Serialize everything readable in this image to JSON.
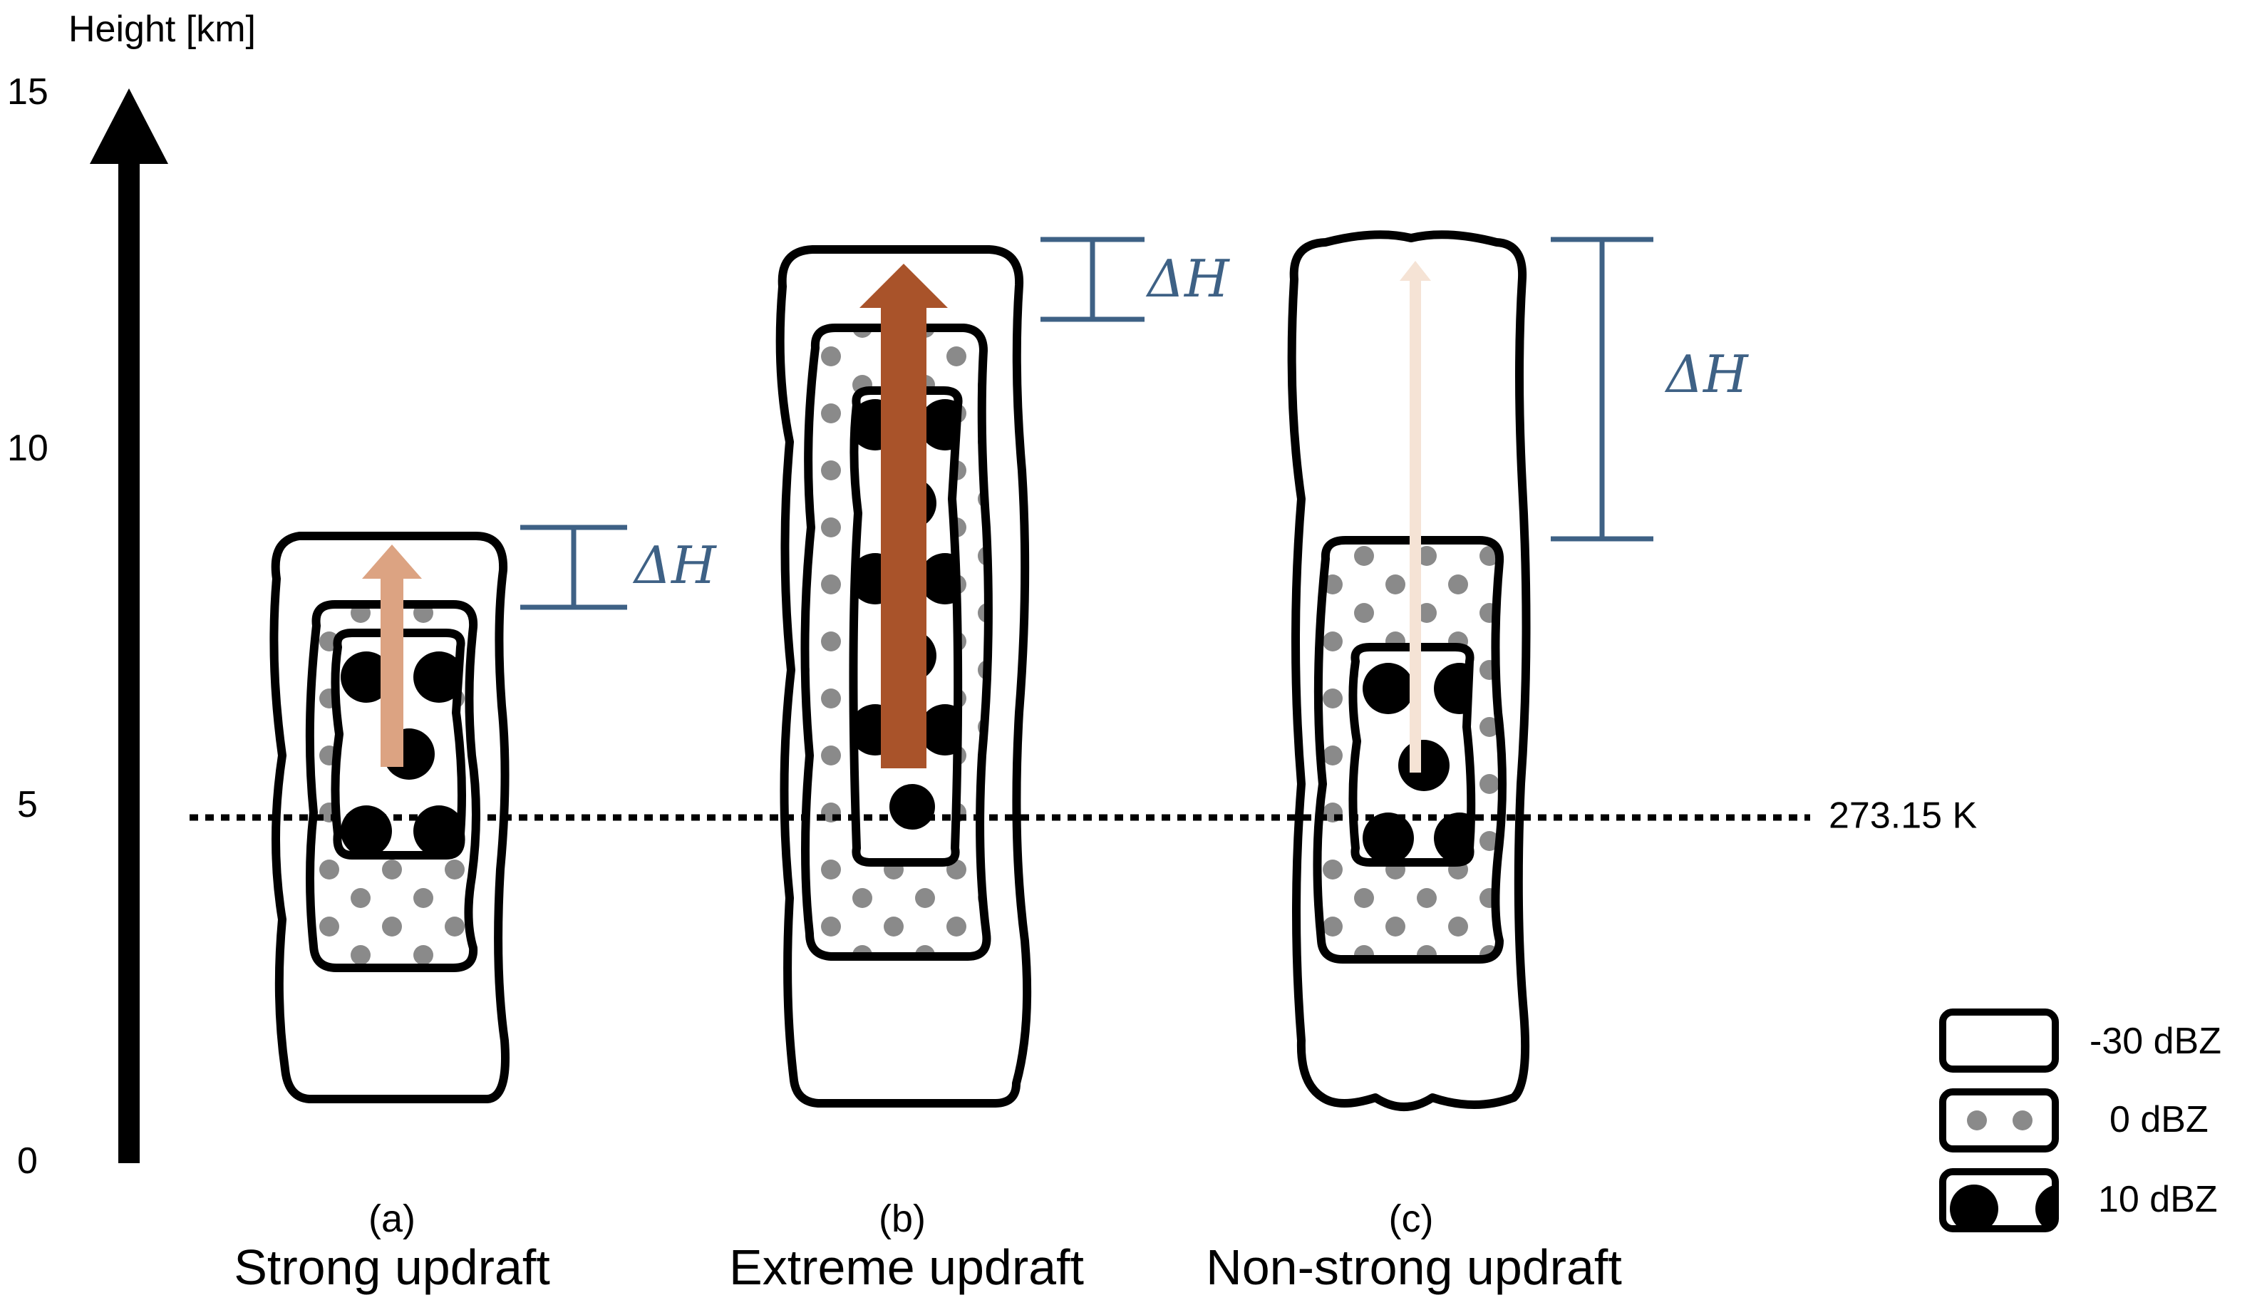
{
  "axis": {
    "label": "Height [km]",
    "ticks": [
      "15",
      "10",
      "5",
      "0"
    ]
  },
  "freezing_level": {
    "label": "273.15 K"
  },
  "delta_h_label": "ΔH",
  "cases": [
    {
      "letter": "(a)",
      "title": "Strong updraft",
      "arrow_color": "#dca382"
    },
    {
      "letter": "(b)",
      "title": "Extreme updraft",
      "arrow_color": "#a9532a"
    },
    {
      "letter": "(c)",
      "title": "Non-strong updraft",
      "arrow_color": "#f5e3d5"
    }
  ],
  "legend": {
    "items": [
      {
        "label": "-30 dBZ",
        "fill": "none"
      },
      {
        "label": "0 dBZ",
        "fill": "gray-dots"
      },
      {
        "label": "10 dBZ",
        "fill": "black-dots"
      }
    ]
  },
  "colors": {
    "delta_h": "#3e6185",
    "small_dots": "#8a8a8a",
    "big_dots": "#000000"
  }
}
